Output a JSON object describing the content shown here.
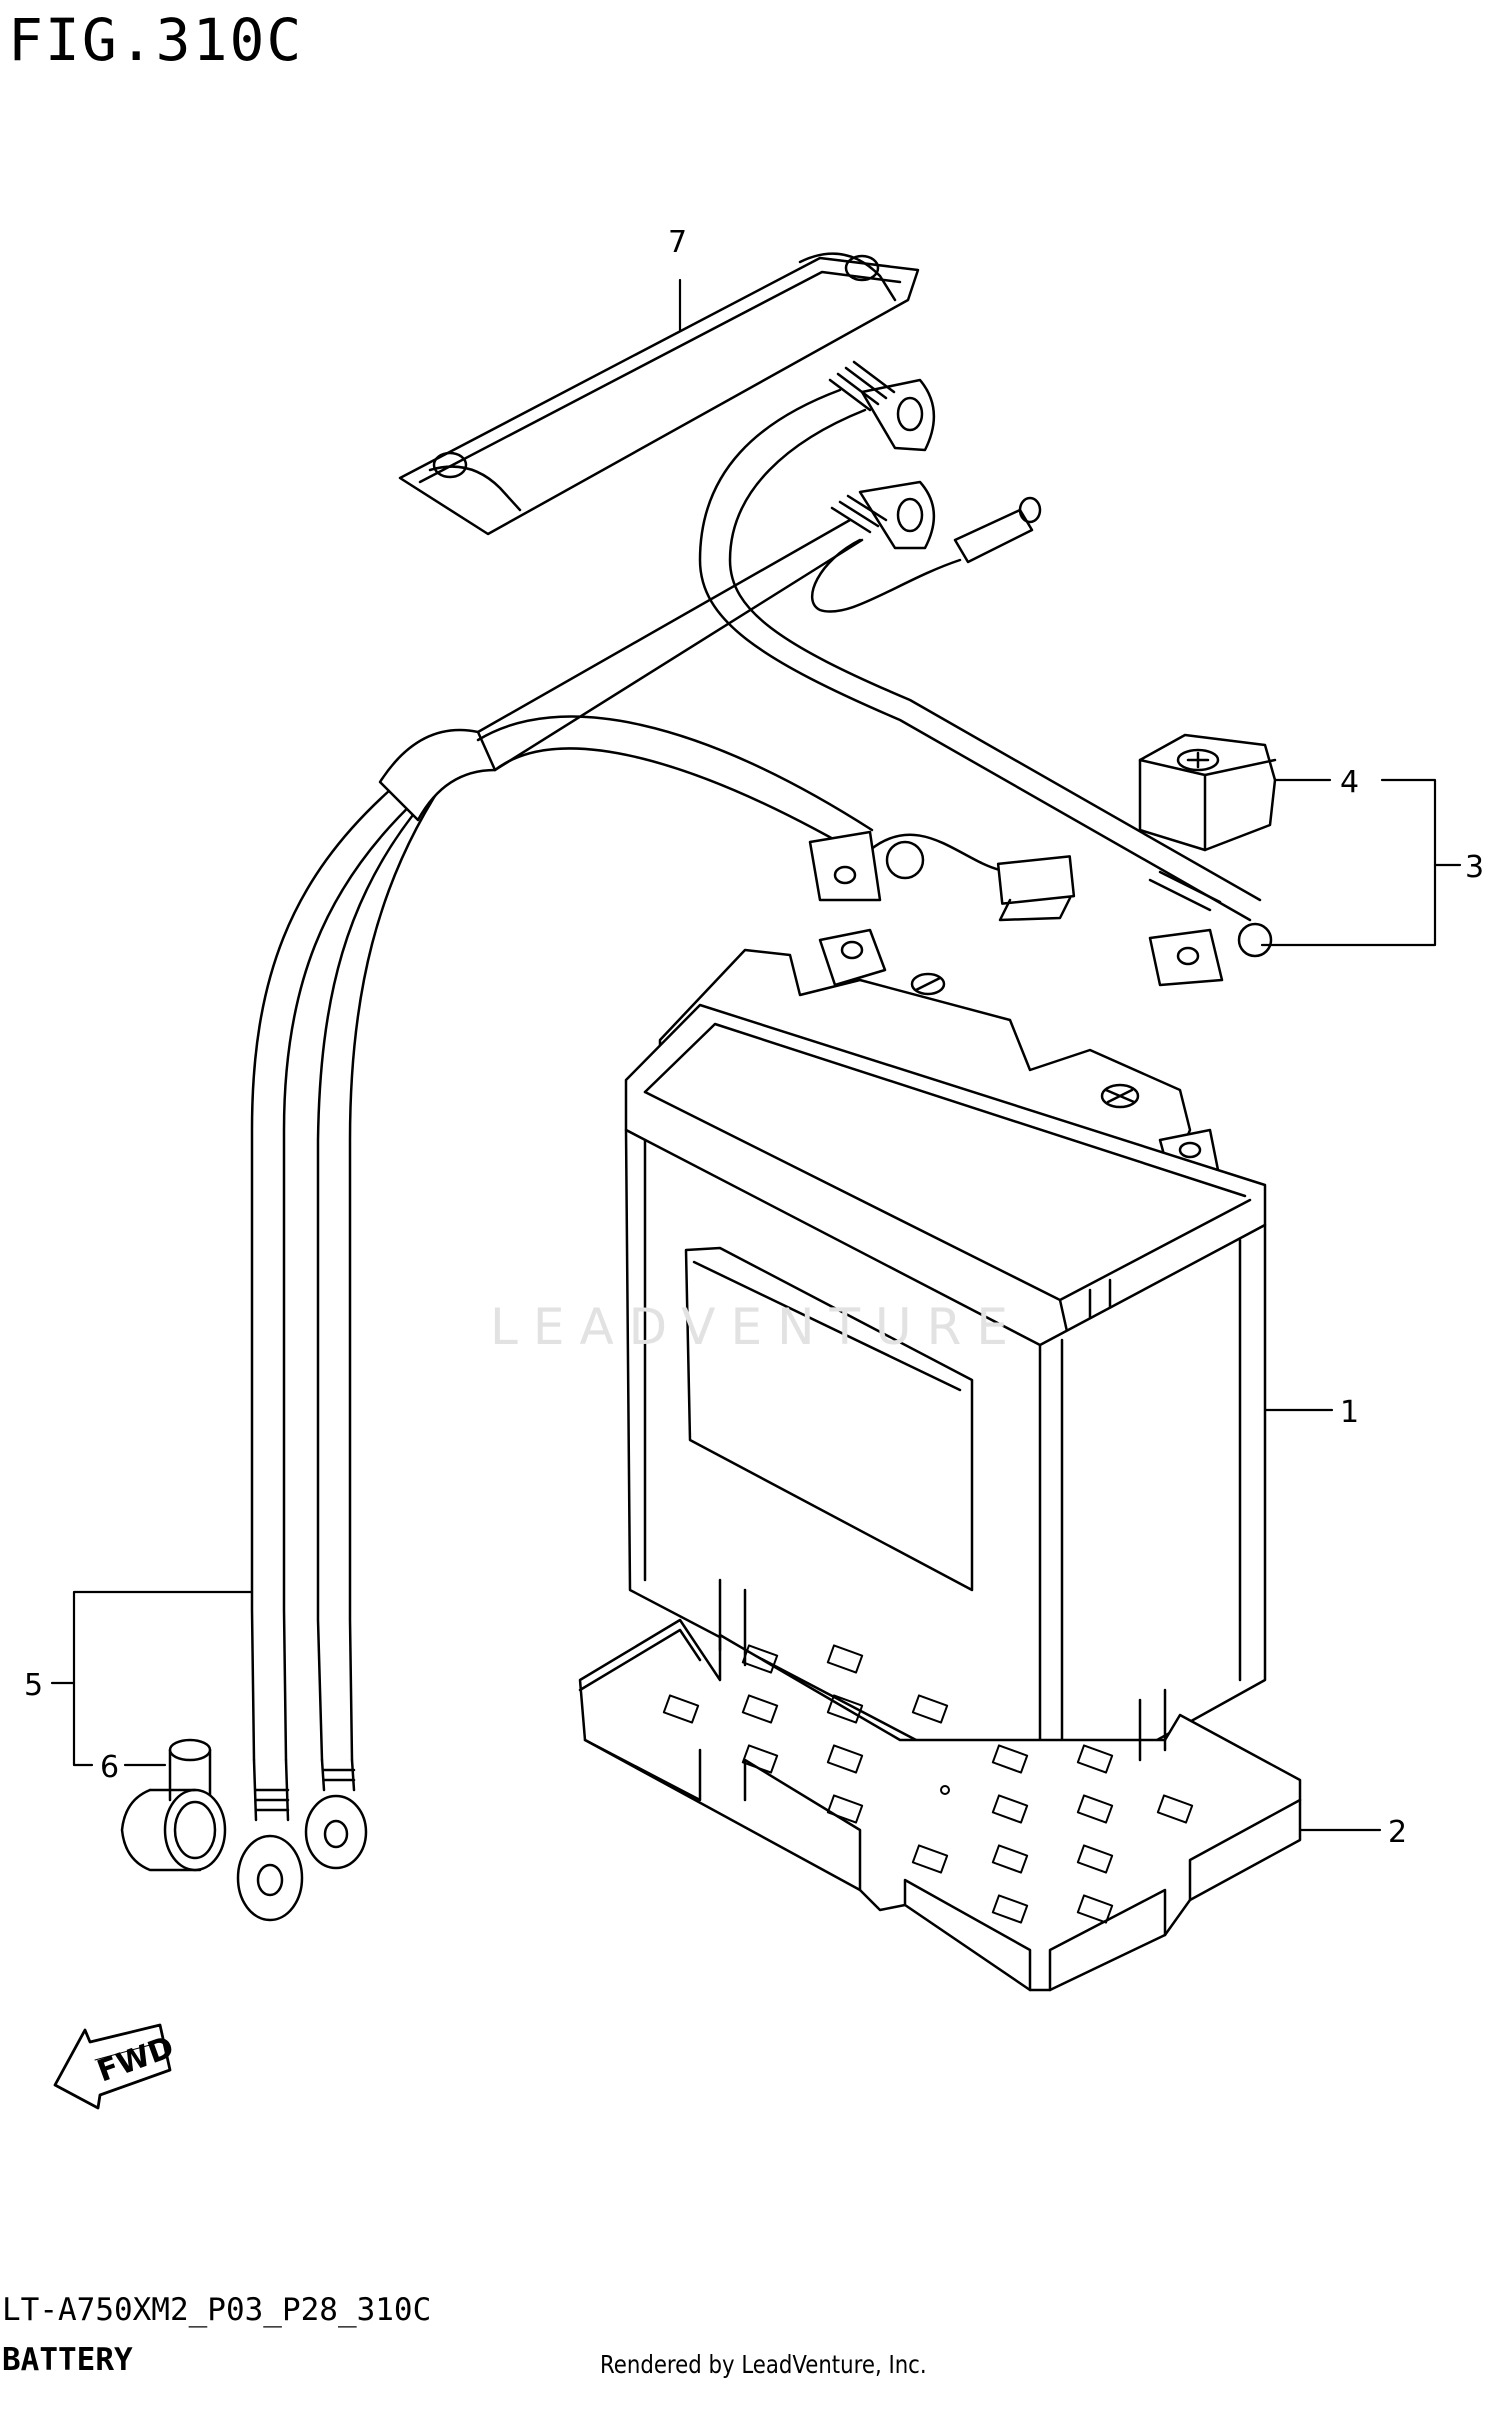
{
  "figure": {
    "title": "FIG.310C",
    "model_code": "LT-A750XM2_P03_P28_310C",
    "section_name": "BATTERY",
    "credit": "Rendered by LeadVenture, Inc.",
    "watermark": "LEADVENTURE"
  },
  "callouts": [
    {
      "number": "1",
      "part": "battery"
    },
    {
      "number": "2",
      "part": "battery-tray"
    },
    {
      "number": "3",
      "part": "battery-cable-assembly"
    },
    {
      "number": "4",
      "part": "terminal-cap"
    },
    {
      "number": "5",
      "part": "ground-cable-assembly"
    },
    {
      "number": "6",
      "part": "terminal-boot"
    },
    {
      "number": "7",
      "part": "battery-strap"
    }
  ],
  "fwd_arrow": {
    "label": "FWD"
  },
  "colors": {
    "line": "#000000",
    "background": "#ffffff",
    "watermark": "#e2e2e2"
  }
}
